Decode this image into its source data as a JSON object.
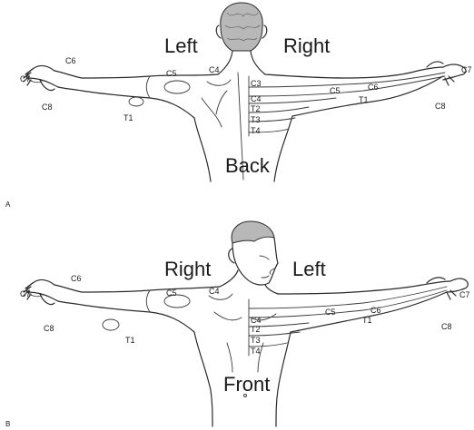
{
  "panels": [
    {
      "letter": "A",
      "view_label": "Back",
      "side_labels": [
        "Left",
        "Right"
      ],
      "dermatomes": [
        "C6",
        "C7",
        "C8",
        "C5",
        "C4",
        "T1",
        "C3",
        "C4",
        "T2",
        "T3",
        "T4",
        "C5",
        "C6",
        "T1",
        "C7",
        "C8"
      ]
    },
    {
      "letter": "B",
      "view_label": "Front",
      "side_labels": [
        "Right",
        "Left"
      ],
      "dermatomes": [
        "C6",
        "C7",
        "C8",
        "C5",
        "C4",
        "T1",
        "C4",
        "T2",
        "T3",
        "T4",
        "C5",
        "C6",
        "T1",
        "C7",
        "C8"
      ]
    }
  ]
}
